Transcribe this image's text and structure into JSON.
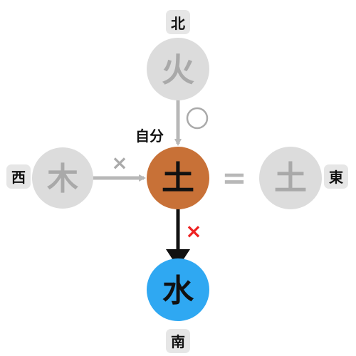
{
  "directions": {
    "north": "北",
    "south": "南",
    "east": "東",
    "west": "西"
  },
  "self_label": "自分",
  "nodes": {
    "north": {
      "glyph": "火",
      "color": "#dcdcdc",
      "text_color": "#a9a9a9"
    },
    "west": {
      "glyph": "木",
      "color": "#dcdcdc",
      "text_color": "#a9a9a9"
    },
    "east": {
      "glyph": "土",
      "color": "#dcdcdc",
      "text_color": "#a9a9a9"
    },
    "center": {
      "glyph": "土",
      "color": "#c87137",
      "text_color": "#111111"
    },
    "south": {
      "glyph": "水",
      "color": "#2fa8f2",
      "text_color": "#111111"
    }
  },
  "marks": {
    "north_to_center": "○",
    "west_to_center": "×",
    "center_to_south": "×",
    "center_east": "="
  },
  "colors": {
    "gray_arrow": "#b8b8b8",
    "black_arrow": "#111111",
    "red_cross": "#ee2222",
    "gray_mark": "#aaaaaa"
  }
}
